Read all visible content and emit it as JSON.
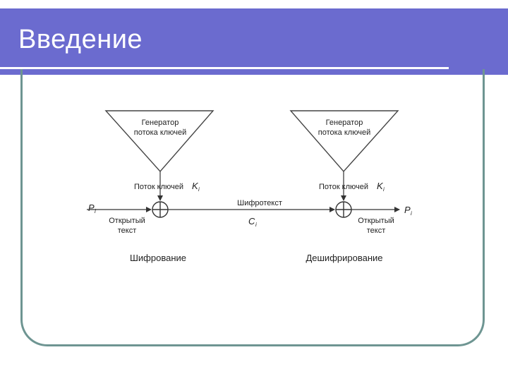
{
  "slide": {
    "title": "Введение",
    "colors": {
      "title_bar": "#6B6BCF",
      "frame_border": "#6E9592",
      "diagram_line": "#444444"
    }
  },
  "diagram": {
    "encrypt": {
      "generator_line1": "Генератор",
      "generator_line2": "потока ключей",
      "keystream_label": "Поток ключей",
      "key_symbol": "K",
      "key_subscript": "i",
      "input_symbol": "P",
      "input_subscript": "i",
      "plaintext_line1": "Открытый",
      "plaintext_line2": "текст",
      "caption": "Шифрование"
    },
    "decrypt": {
      "generator_line1": "Генератор",
      "generator_line2": "потока ключей",
      "keystream_label": "Поток ключей",
      "key_symbol": "K",
      "key_subscript": "i",
      "output_symbol": "P",
      "output_subscript": "i",
      "plaintext_line1": "Открытый",
      "plaintext_line2": "текст",
      "caption": "Дешифрирование"
    },
    "channel": {
      "ciphertext_label": "Шифротекст",
      "cipher_symbol": "C",
      "cipher_subscript": "i"
    }
  }
}
